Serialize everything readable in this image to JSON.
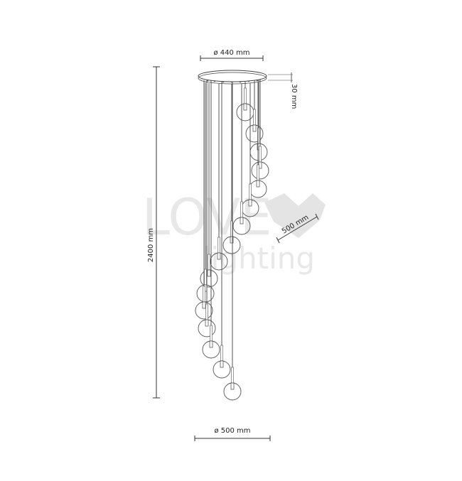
{
  "dimensions": {
    "canopy_diameter": "ø 440 mm",
    "canopy_height": "30 mm",
    "total_height": "2400 mm",
    "spread_diameter": "ø 500 mm",
    "spread_depth": "500 mm"
  },
  "watermark": {
    "line1": "LOVE",
    "line2": "lighting"
  },
  "colors": {
    "line": "#333333",
    "globe": "#555555",
    "watermark": "#e6e6e6"
  }
}
